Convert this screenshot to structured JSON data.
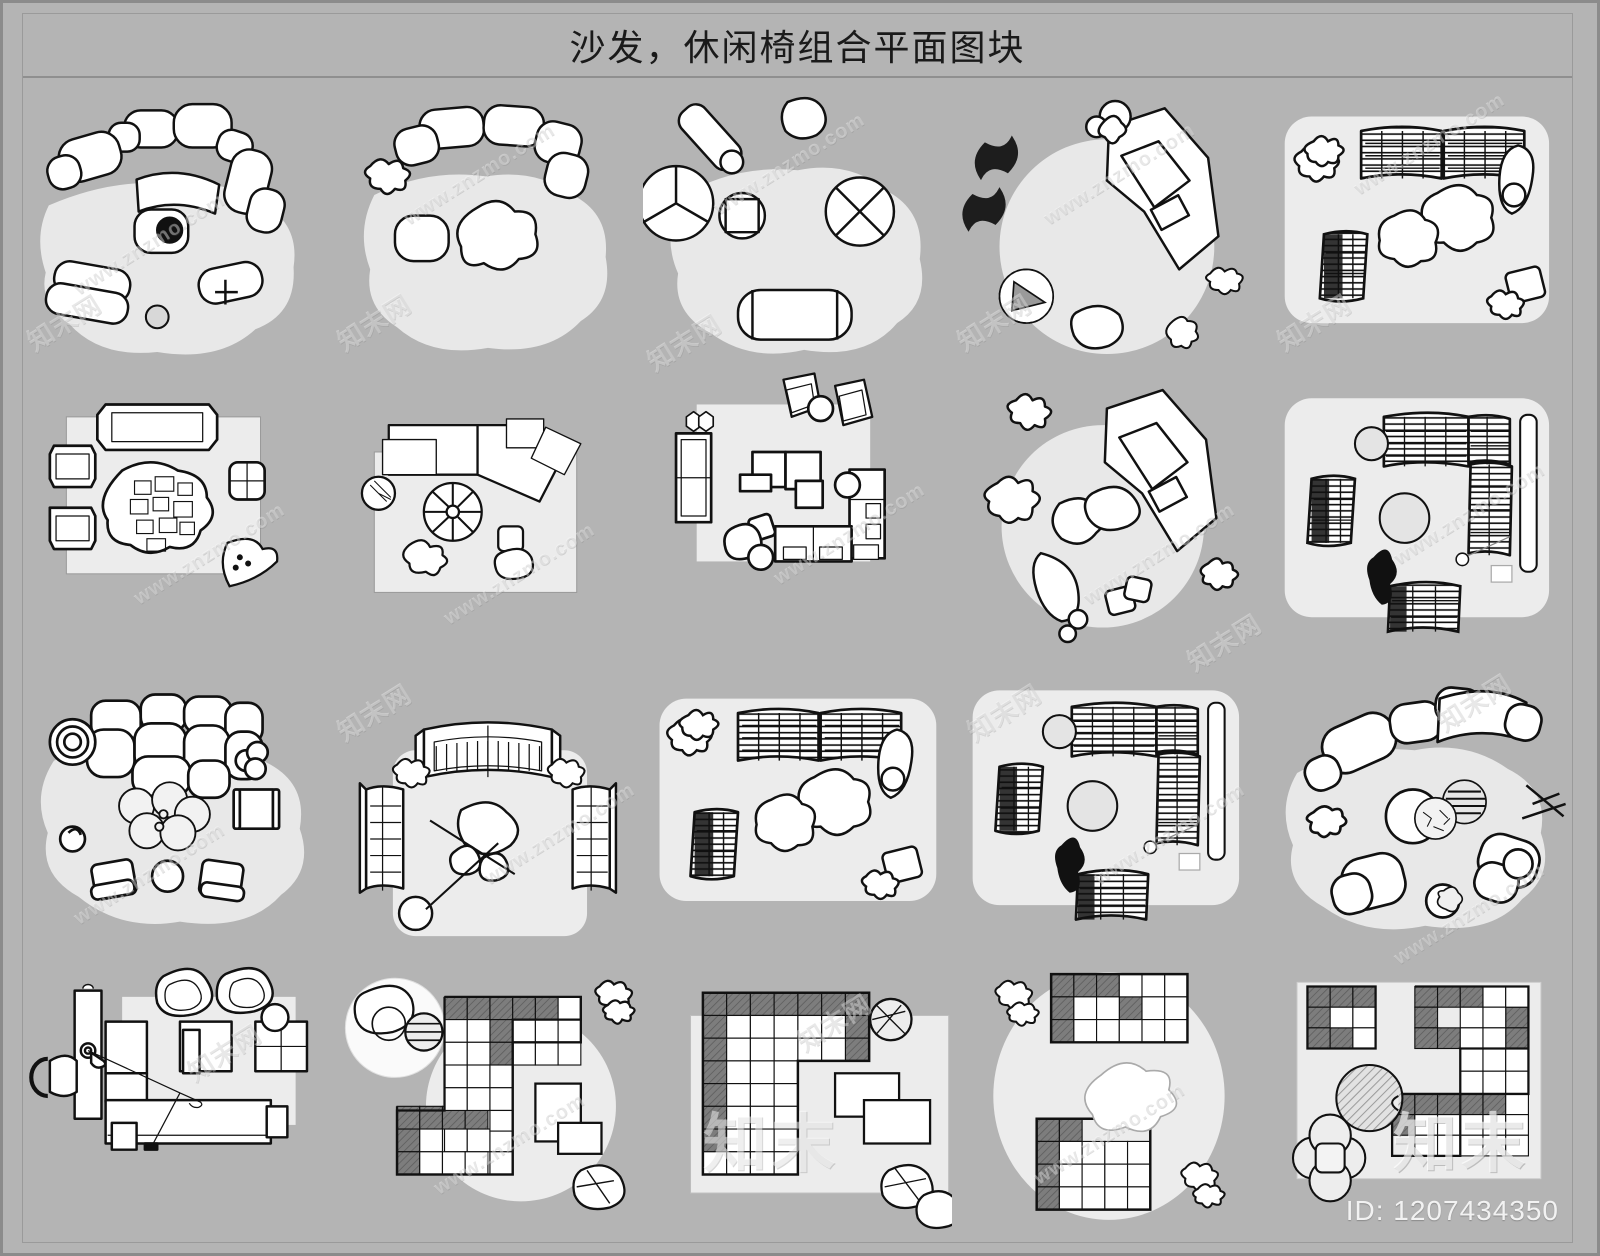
{
  "sheet": {
    "title": "沙发，休闲椅组合平面图块",
    "id_label": "ID: 1207434350",
    "background_color": "#b4b4b4",
    "frame_color": "#8b8b8b",
    "rug_color": "#e8e8e8",
    "ink_color": "#111111"
  },
  "watermarks": {
    "latin": "www.znzmo.com",
    "chinese": "知末网",
    "large_chinese": "知末"
  },
  "grid": {
    "rows": 4,
    "columns": 5,
    "total_blocks": 20
  },
  "blocks": [
    {
      "index": 1,
      "row": 1,
      "col": 1,
      "name": "curved-lounge-cluster-with-organic-rug",
      "rug": "organic",
      "style": "outline"
    },
    {
      "index": 2,
      "row": 1,
      "col": 2,
      "name": "modular-sofa-arc-with-blob-coffee-table",
      "rug": "organic",
      "style": "outline"
    },
    {
      "index": 3,
      "row": 1,
      "col": 3,
      "name": "chaise-and-swivel-chairs-on-amoeba-rug",
      "rug": "organic",
      "style": "outline"
    },
    {
      "index": 4,
      "row": 1,
      "col": 4,
      "name": "angular-sectional-on-round-rug",
      "rug": "circle",
      "style": "outline"
    },
    {
      "index": 5,
      "row": 1,
      "col": 5,
      "name": "hatched-two-seat-sofa-with-rounded-rug",
      "rug": "rounded",
      "style": "hatched"
    },
    {
      "index": 6,
      "row": 2,
      "col": 1,
      "name": "sofa-two-armchairs-with-stone-table",
      "rug": "square",
      "style": "outline"
    },
    {
      "index": 7,
      "row": 2,
      "col": 2,
      "name": "corner-sectional-with-wheel-table",
      "rug": "square",
      "style": "outline"
    },
    {
      "index": 8,
      "row": 2,
      "col": 3,
      "name": "living-room-plan-with-shelf-and-loveseats",
      "rug": "square",
      "style": "outline"
    },
    {
      "index": 9,
      "row": 2,
      "col": 4,
      "name": "angular-sectional-round-rug-variant",
      "rug": "circle",
      "style": "outline"
    },
    {
      "index": 10,
      "row": 2,
      "col": 5,
      "name": "hatched-l-sectional-with-side-chairs",
      "rug": "rounded",
      "style": "hatched"
    },
    {
      "index": 11,
      "row": 3,
      "col": 1,
      "name": "pebble-sofa-with-floral-coffee-table",
      "rug": "organic",
      "style": "outline"
    },
    {
      "index": 12,
      "row": 3,
      "col": 2,
      "name": "symmetrical-three-sofa-seating-group",
      "rug": "rounded",
      "style": "outline"
    },
    {
      "index": 13,
      "row": 3,
      "col": 3,
      "name": "hatched-two-seat-sofa-duplicate",
      "rug": "rounded",
      "style": "hatched"
    },
    {
      "index": 14,
      "row": 3,
      "col": 4,
      "name": "hatched-l-sectional-duplicate",
      "rug": "rounded",
      "style": "hatched"
    },
    {
      "index": 15,
      "row": 3,
      "col": 5,
      "name": "pebble-sofa-cluster-with-patterned-poufs",
      "rug": "organic",
      "style": "outline"
    },
    {
      "index": 16,
      "row": 4,
      "col": 1,
      "name": "long-sofa-with-tv-console-and-armchairs",
      "rug": "square",
      "style": "outline"
    },
    {
      "index": 17,
      "row": 4,
      "col": 2,
      "name": "modular-grid-l-sofa-on-circle-rug",
      "rug": "circle",
      "style": "gridded"
    },
    {
      "index": 18,
      "row": 4,
      "col": 3,
      "name": "modular-grid-l-sofa-on-square-rug",
      "rug": "square",
      "style": "gridded"
    },
    {
      "index": 19,
      "row": 4,
      "col": 4,
      "name": "modular-grid-u-sofa-on-oval-rug",
      "rug": "ellipse",
      "style": "gridded"
    },
    {
      "index": 20,
      "row": 4,
      "col": 5,
      "name": "modular-grid-s-sofa-with-ottomans",
      "rug": "square",
      "style": "gridded"
    }
  ]
}
